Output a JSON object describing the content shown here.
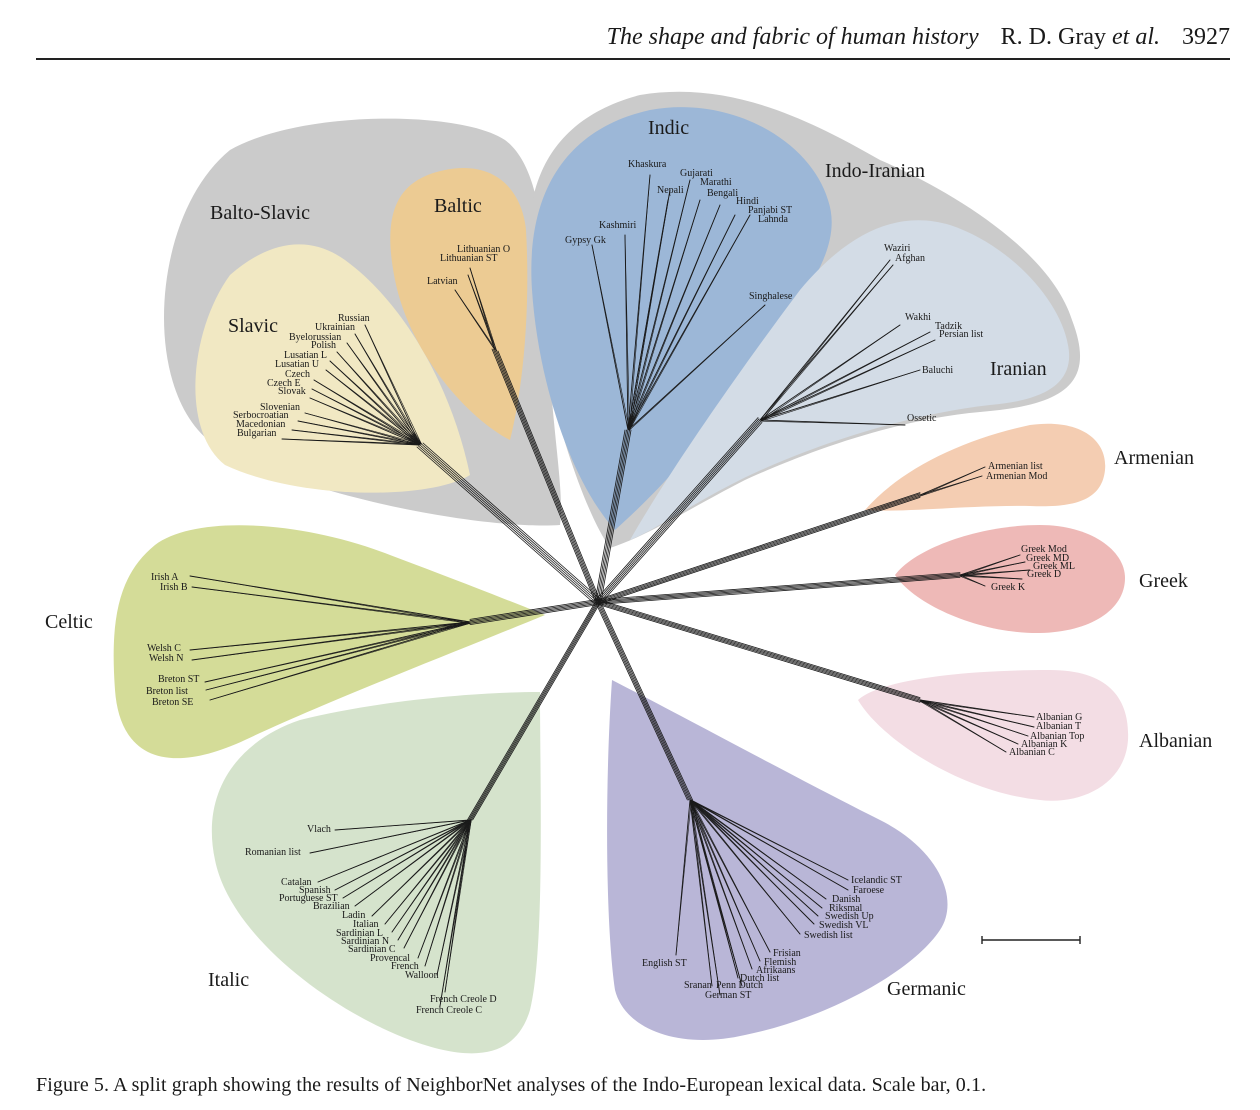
{
  "header": {
    "running_title": "The shape and fabric of human history",
    "authors": "R. D. Gray",
    "et_al": "et al.",
    "page_number": "3927"
  },
  "caption": "Figure 5. A split graph showing the results of NeighborNet analyses of the Indo-European lexical data. Scale bar, 0.1.",
  "colors": {
    "outer_group": "#cbcbcb",
    "slavic": "#f1e8c3",
    "baltic": "#eccb93",
    "indic": "#9cb7d7",
    "iranian": "#d3dce6",
    "armenian": "#f4cdb2",
    "greek": "#eeb9b7",
    "albanian": "#f3dde4",
    "celtic": "#d4dc98",
    "italic": "#d5e3cc",
    "germanic": "#b9b6d7",
    "edges": "#1a1a1a"
  },
  "groups": {
    "balto_slavic": "Balto-Slavic",
    "slavic": "Slavic",
    "baltic": "Baltic",
    "indic": "Indic",
    "indo_iranian": "Indo-Iranian",
    "iranian": "Iranian",
    "armenian": "Armenian",
    "greek": "Greek",
    "albanian": "Albanian",
    "celtic": "Celtic",
    "italic": "Italic",
    "germanic": "Germanic"
  },
  "languages": {
    "slavic": [
      "Russian",
      "Ukrainian",
      "Byelorussian",
      "Polish",
      "Lusatian L",
      "Lusatian U",
      "Czech",
      "Czech E",
      "Slovak",
      "Slovenian",
      "Serbocroatian",
      "Macedonian",
      "Bulgarian"
    ],
    "baltic": [
      "Lithuanian O",
      "Lithuanian ST",
      "Latvian"
    ],
    "indic": [
      "Khaskura",
      "Gujarati",
      "Nepali",
      "Marathi",
      "Bengali",
      "Hindi",
      "Panjabi ST",
      "Lahnda",
      "Kashmiri",
      "Gypsy Gk",
      "Singhalese"
    ],
    "iranian": [
      "Waziri",
      "Afghan",
      "Wakhi",
      "Tadzik",
      "Persian list",
      "Baluchi",
      "Ossetic"
    ],
    "armenian": [
      "Armenian list",
      "Armenian Mod"
    ],
    "greek": [
      "Greek Mod",
      "Greek MD",
      "Greek ML",
      "Greek D",
      "Greek K"
    ],
    "albanian": [
      "Albanian G",
      "Albanian T",
      "Albanian Top",
      "Albanian K",
      "Albanian C"
    ],
    "celtic": [
      "Irish A",
      "Irish B",
      "Welsh C",
      "Welsh N",
      "Breton ST",
      "Breton list",
      "Breton SE"
    ],
    "italic": [
      "Vlach",
      "Romanian list",
      "Catalan",
      "Spanish",
      "Portuguese ST",
      "Brazilian",
      "Ladin",
      "Italian",
      "Sardinian L",
      "Sardinian N",
      "Sardinian C",
      "Provencal",
      "French",
      "Walloon",
      "French Creole D",
      "French Creole C"
    ],
    "germanic": [
      "Icelandic ST",
      "Faroese",
      "Danish",
      "Riksmal",
      "Swedish Up",
      "Swedish VL",
      "Swedish list",
      "Frisian",
      "Flemish",
      "Afrikaans",
      "Dutch list",
      "English ST",
      "Sranan",
      "Penn Dutch",
      "German ST"
    ]
  },
  "scale_bar_value": 0.1
}
